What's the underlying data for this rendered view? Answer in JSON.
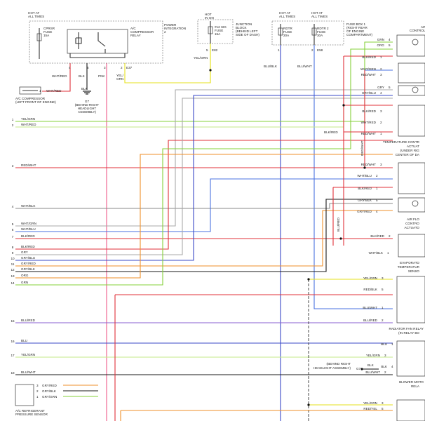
{
  "colors": {
    "red": "#e0303a",
    "pink": "#ef5b8a",
    "green": "#86d03a",
    "ltgreen": "#c4e88a",
    "yellow": "#e6e21e",
    "blue": "#3a49c7",
    "ltblue": "#4a72e0",
    "orange": "#ef8f2a",
    "gray": "#a8a8a8",
    "black": "#1a1a1a",
    "purple": "#6a4fb0",
    "violet": "#8a5fd0"
  },
  "top": {
    "hot_all_times_1": "HOT AT",
    "hot_all_times_1b": "ALL TIMES",
    "cprsr_fuse": "CPRSR",
    "cprsr_fuse_b": "FUSE",
    "cprsr_amp": "15A",
    "ac_relay": "A/C",
    "ac_relay_b": "COMPRESSOR",
    "ac_relay_c": "RELAY",
    "power_int": "POWER",
    "power_int_b": "INTEGRATION",
    "power_int_c": "2",
    "hot_in_on": "HOT",
    "hot_in_on_b": "IN ON",
    "fuse_no": "#12 SIG",
    "fuse_no_b": "FUSE",
    "fuse_no_c": "15A",
    "junction": "JUNCTION",
    "junction_b": "BLOCK",
    "junction_c": "(BEHIND LEFT",
    "junction_d": "SIDE OF DASH)",
    "hot_all_2": "HOT AT",
    "hot_all_2b": "ALL TIMES",
    "hot_all_3": "HOT AT",
    "hot_all_3b": "ALL TIMES",
    "rdtr_fuse": "RDTR",
    "rdtr_fuse_b": "FUSE",
    "rdtr_fuse_c": "20A",
    "rdtr2_fuse": "RDTR 2",
    "rdtr2_fuse_b": "FUSE",
    "rdtr2_fuse_c": "30A",
    "fuse_box": "FUSE BOX 1",
    "fuse_box_b": "(RIGHT REAR",
    "fuse_box_c": "OF ENGINE",
    "fuse_box_d": "COMPARTMENT)",
    "pin_e37": "E37",
    "pin_e82": "E82",
    "pin_e58": "E58",
    "p4": "4",
    "p6": "6",
    "p3": "3",
    "p2": "2",
    "p5": "5",
    "p1": "1",
    "p2b": "2"
  },
  "left": {
    "wht_red_top": "WHT/RED",
    "blk_a": "BLK",
    "pnk": "PNK",
    "yel_grn_a": "YEL/",
    "yel_grn_b": "GRN",
    "blk_b": "BLK",
    "g7": "G7",
    "g7_a": "(BEHIND RIGHT",
    "g7_b": "HEADLIGHT",
    "g7_c": "ASSEMBLY)",
    "comp_pin": "1",
    "comp_wire": "WHT/RED",
    "ac_comp": "A/C COMPRESSOR",
    "ac_comp_b": "(LEFT FRONT OF ENGINE)",
    "yel_grn_mid": "YEL/GRN",
    "blu_blk": "BLU/BLK",
    "blu_wht": "BLU/WHT",
    "ref_sensor": "A/C REFRIGERANT",
    "ref_sensor_b": "PRESSURE SENSOR",
    "ref_w3": "GRY/RED",
    "ref_w2": "GRY/BLK",
    "ref_w1": "GRY/GRN",
    "ref_p3": "3",
    "ref_p2": "2",
    "ref_p1": "1"
  },
  "rows": [
    {
      "num": "1",
      "label": "YEL/GRN"
    },
    {
      "num": "2",
      "label": "WHT/RED"
    },
    {
      "num": "3",
      "label": "RED/WHT"
    },
    {
      "num": "4",
      "label": "WHT/BLK"
    },
    {
      "num": "5",
      "label": "WHT/GRN"
    },
    {
      "num": "6",
      "label": "WHT/BLU"
    },
    {
      "num": "7",
      "label": "BLK/RED"
    },
    {
      "num": "8",
      "label": "BLK/RED"
    },
    {
      "num": "9",
      "label": "GRY"
    },
    {
      "num": "10",
      "label": "GRY/BLU"
    },
    {
      "num": "11",
      "label": "GRY/RED"
    },
    {
      "num": "12",
      "label": "GRY/BLK"
    },
    {
      "num": "13",
      "label": "ORG"
    },
    {
      "num": "14",
      "label": "GRN"
    },
    {
      "num": "15",
      "label": "BLU/RED"
    },
    {
      "num": "16",
      "label": "BLU"
    },
    {
      "num": "17",
      "label": "YEL/GRN"
    },
    {
      "num": "18",
      "label": "BLU/WHT"
    }
  ],
  "right": {
    "air_intake": "AIR INTAKE",
    "air_intake_b": "CONTROL ACTUATOR",
    "temp_ctrl": "TEMPERATURE CONTR",
    "temp_ctrl_b": "ACTUAT",
    "temp_ctrl_c": "(UNDER RIG",
    "temp_ctrl_d": "CENTER OF DA",
    "air_flow": "AIR FLO",
    "air_flow_b": "CONTRO",
    "air_flow_c": "ACTUATO",
    "evap": "EVAPORATO",
    "evap_b": "TEMPERATUR",
    "evap_c": "SENSO",
    "rad_fan": "RADIATOR FAN RELAY",
    "rad_fan_b": "(IN RELAY BO",
    "blower": "BLOWER MOTO",
    "blower_b": "RELA",
    "g7_behind": "(BEHIND RIGHT",
    "g7_behind_b": "HEADLIGHT ASSEMBLY)",
    "g7_label": "G7",
    "blk_label": "BLK",
    "blk_red_mid": "BLK/RED",
    "red_wht_v": "RED/WHT",
    "blu_red_v": "BLU/RED",
    "c_grn": "GRN",
    "c_grn_n": "4",
    "c_org": "ORG",
    "c_org_n": "5",
    "c_blkred": "BLK/RED",
    "c_blkred_n": "1",
    "c_whtgrn": "WHT/GRN",
    "c_whtgrn_n": "2",
    "c_redwht": "RED/WHT",
    "c_redwht_n": "3",
    "c_gry": "GRY",
    "c_gry_n": "5",
    "c_grybl": "GRY/BLU",
    "c_grybl_n": "4",
    "t_blkred": "BLK/RED",
    "t_blkred_n": "3",
    "t_whtred": "WHT/RED",
    "t_whtred_n": "2",
    "t_redwht": "RED/WHT",
    "t_redwht_n": "1",
    "a_redwht": "RED/WHT",
    "a_redwht_n": "3",
    "a_whtblu": "WHT/BLU",
    "a_whtblu_n": "2",
    "a_blkred": "BLK/RED",
    "a_blkred_n": "1",
    "a_gryblk": "GRY/BLK",
    "a_gryblk_n": "5",
    "a_gryred": "GRY/RED",
    "a_gryred_n": "4",
    "e_blkred": "BLK/RED",
    "e_blkred_n": "2",
    "e_whtblk": "WHT/BLK",
    "e_whtblk_n": "1",
    "r_yelgrn": "YEL/GRN",
    "r_yelgrn_n": "3",
    "r_redblk": "RED/BLK",
    "r_redblk_n": "5",
    "r_bluwht": "BLU/WHT",
    "r_bluwht_n": "1",
    "r_blured": "BLU/RED",
    "r_blured_n": "2",
    "b_blu": "BLU",
    "b_blu_n": "1",
    "b_yelgrn": "YEL/GRN",
    "b_yelgrn_n": "3",
    "b_blk": "BLK",
    "b_blk_n": "4",
    "b_bluwht": "BLU/WHT",
    "b_bluwht_n": "2",
    "x_yelgrn": "YEL/GRN",
    "x_yelgrn_n": "3",
    "x_redyel": "RED/YEL",
    "x_redyel_n": "5"
  }
}
